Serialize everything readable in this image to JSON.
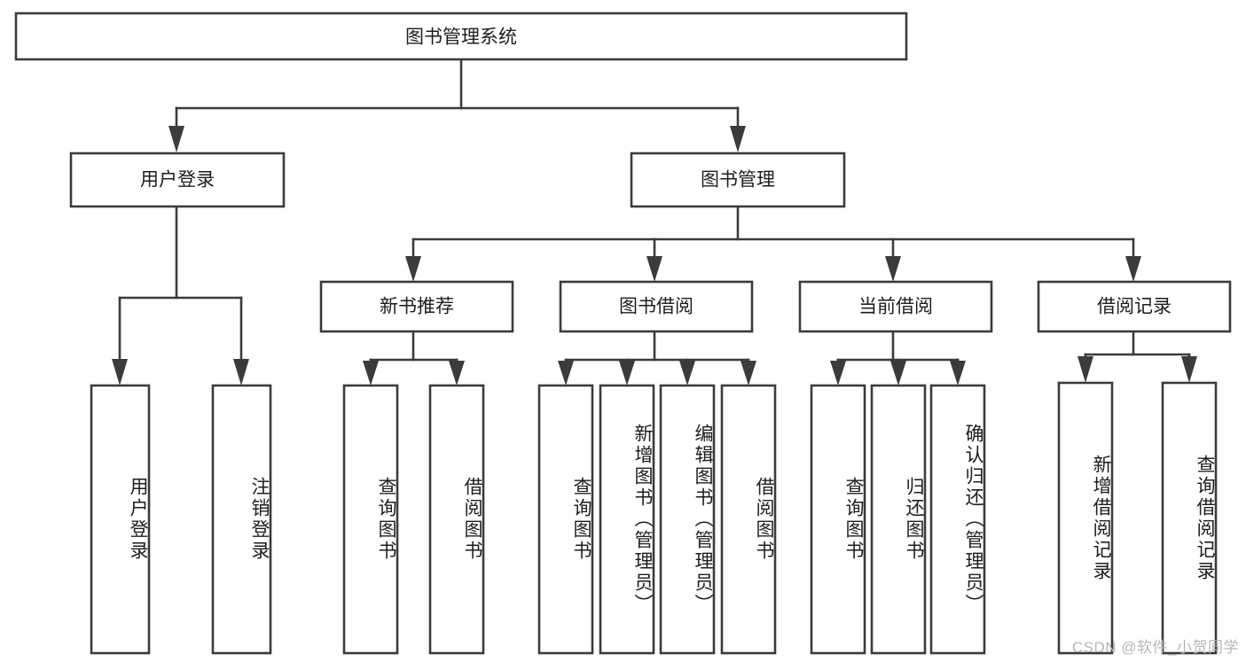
{
  "diagram": {
    "type": "tree",
    "title": "图书管理系统",
    "root": {
      "label": "图书管理系统"
    },
    "level2": [
      {
        "label": "用户登录"
      },
      {
        "label": "图书管理"
      }
    ],
    "level3": [
      {
        "label": "新书推荐"
      },
      {
        "label": "图书借阅"
      },
      {
        "label": "当前借阅"
      },
      {
        "label": "借阅记录"
      }
    ],
    "leaves": {
      "user_login": [
        {
          "label": "用户登录"
        },
        {
          "label": "注销登录"
        }
      ],
      "new_book_recommend": [
        {
          "label": "查询图书"
        },
        {
          "label": "借阅图书"
        }
      ],
      "book_borrow": [
        {
          "label": "查询图书"
        },
        {
          "label": "新增图书（管理员）"
        },
        {
          "label": "编辑图书（管理员）"
        },
        {
          "label": "借阅图书"
        }
      ],
      "current_borrow": [
        {
          "label": "查询图书"
        },
        {
          "label": "归还图书"
        },
        {
          "label": "确认归还（管理员）"
        }
      ],
      "borrow_record": [
        {
          "label": "新增借阅记录"
        },
        {
          "label": "查询借阅记录"
        }
      ]
    }
  },
  "watermark": {
    "text": "CSDN @软件_小贺同学"
  },
  "colors": {
    "stroke": "#3b3b3b",
    "box_fill": "#ffffff",
    "text": "#1d1d1d",
    "background": "#ffffff",
    "watermark": "#b6b6b6"
  }
}
